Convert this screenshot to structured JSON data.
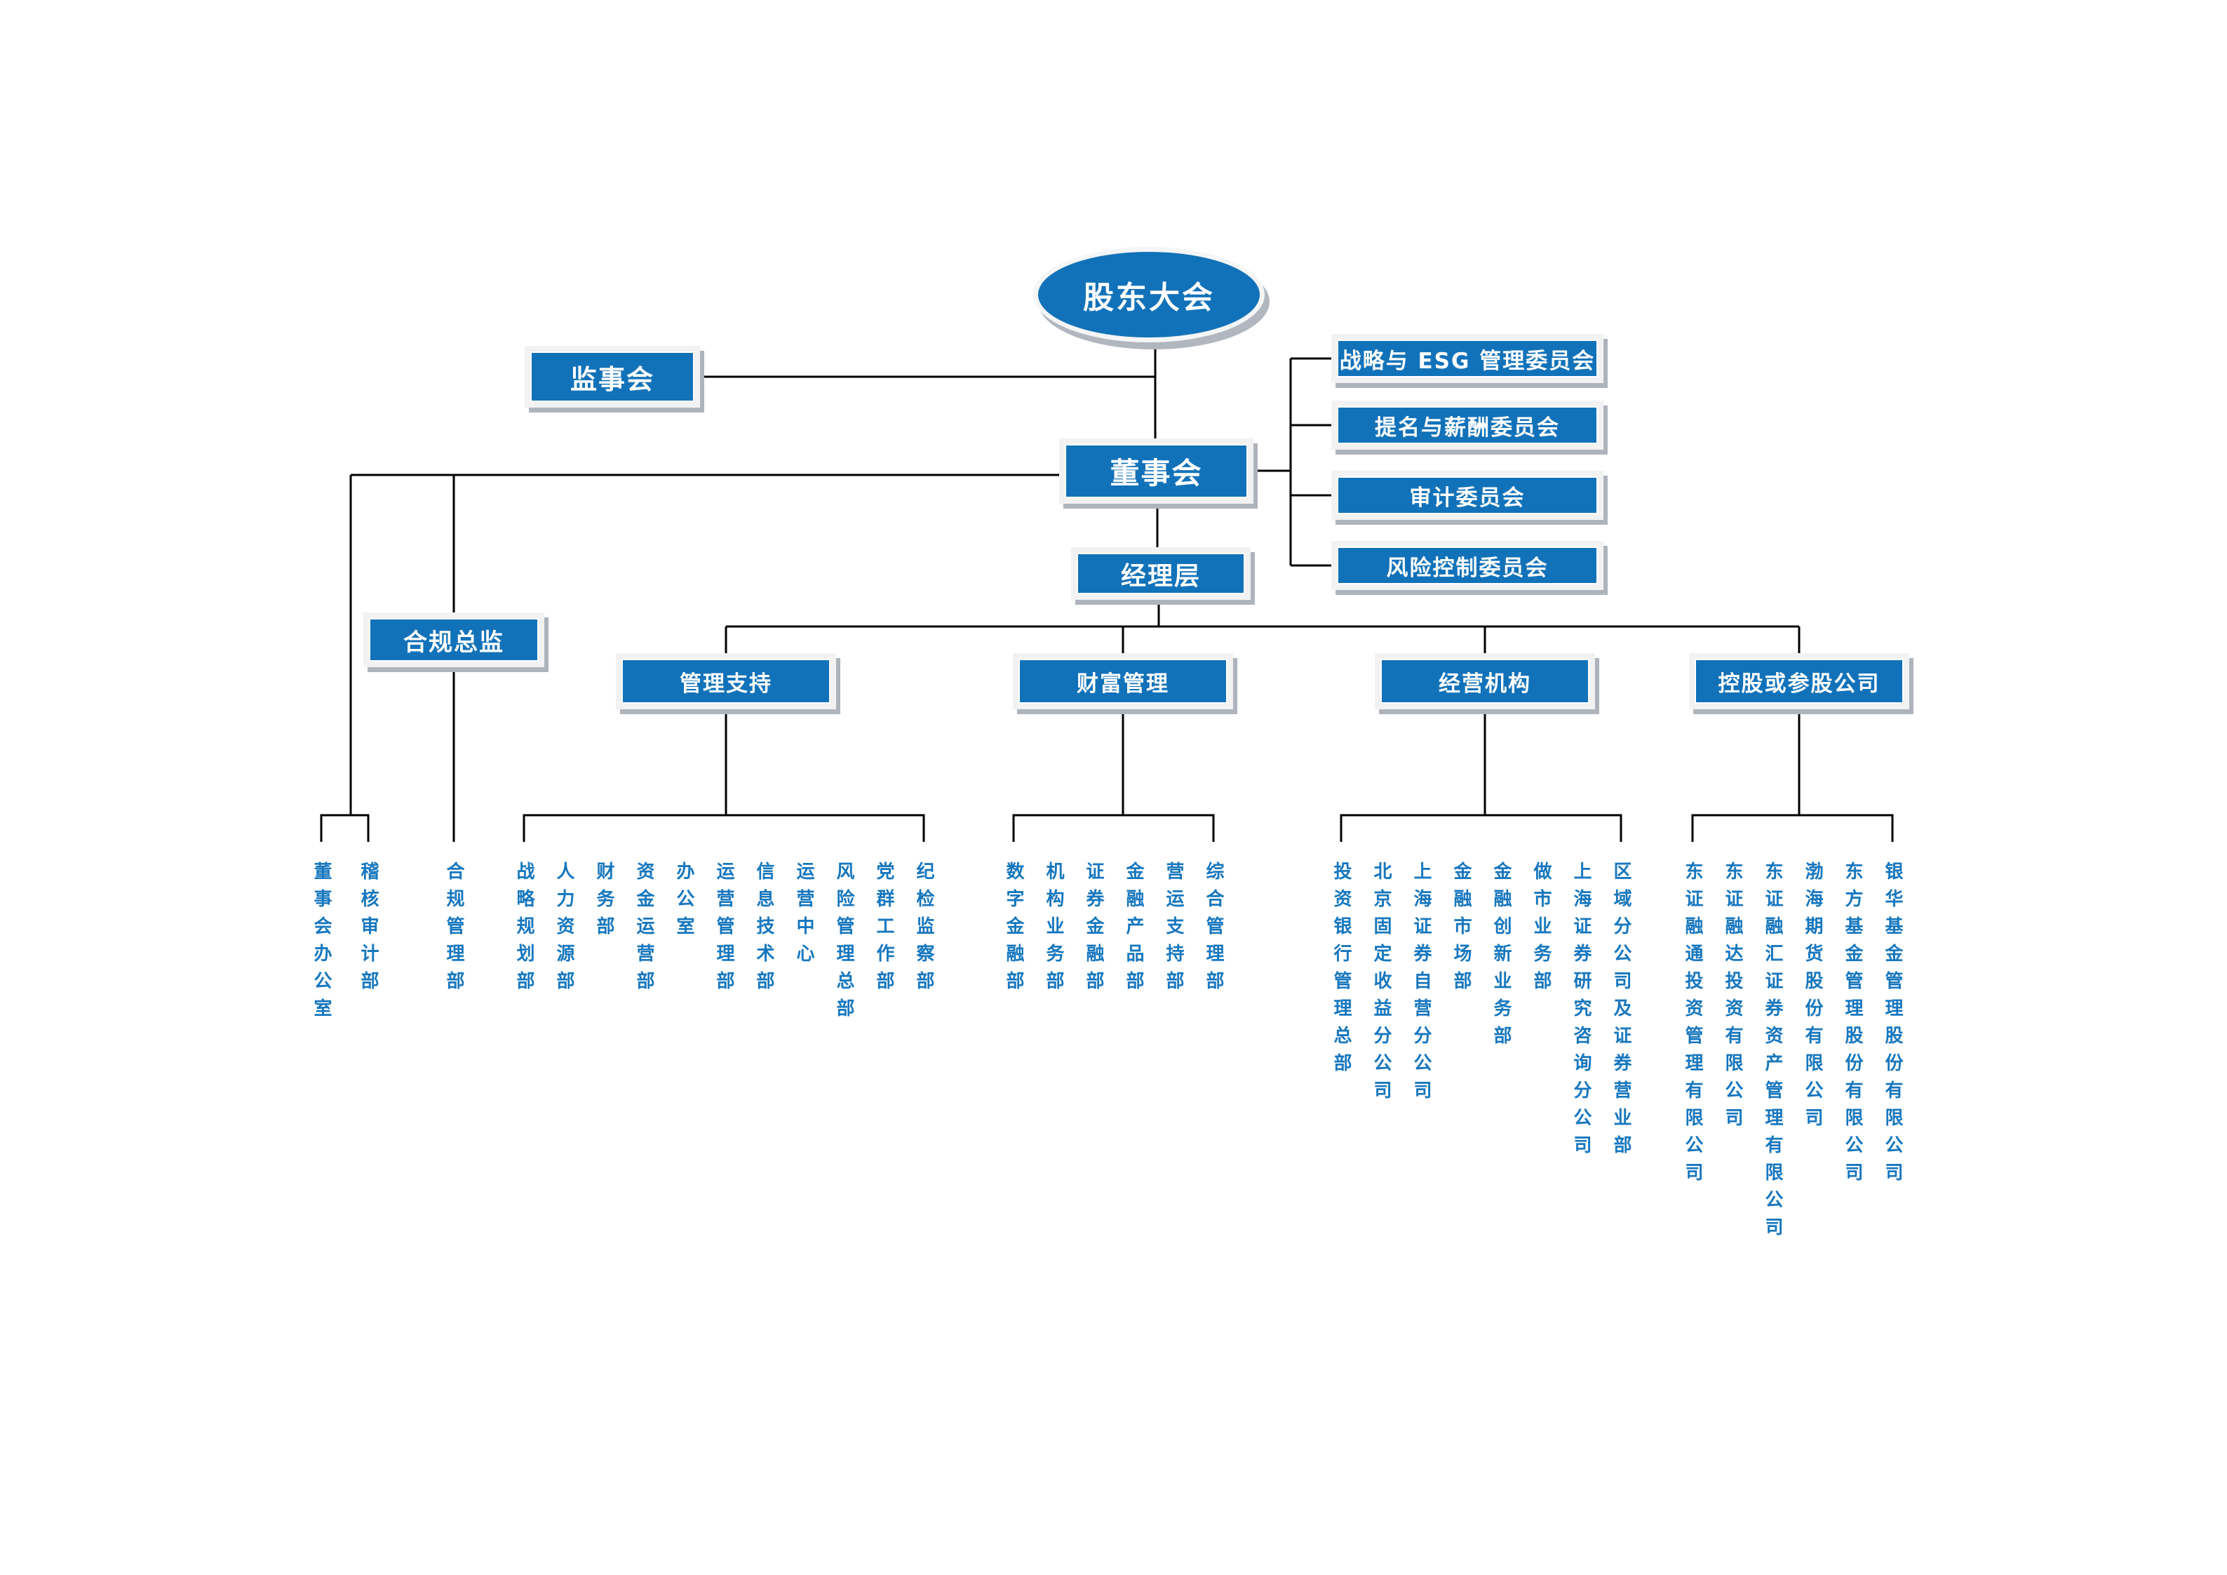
{
  "colors": {
    "node_blue": "#1272B9",
    "dept_text_blue": "#1777BE",
    "connector_black": "#000000",
    "frame_gray": "#F2F2F3",
    "shadow_gray": "#AEB3BC"
  },
  "nodes": {
    "shareholders": "股东大会",
    "supervisory": "监事会",
    "board": "董事会",
    "management": "经理层",
    "compliance_director": "合规总监"
  },
  "committees": [
    "战略与 ESG 管理委员会",
    "提名与薪酬委员会",
    "审计委员会",
    "风险控制委员会"
  ],
  "board_departments": [
    "董事会办公室",
    "稽核审计部"
  ],
  "compliance_departments": [
    "合规管理部"
  ],
  "groups": [
    {
      "label": "管理支持",
      "items": [
        "战略规划部",
        "人力资源部",
        "财务部",
        "资金运营部",
        "办公室",
        "运营管理部",
        "信息技术部",
        "运营中心",
        "风险管理总部",
        "党群工作部",
        "纪检监察部"
      ]
    },
    {
      "label": "财富管理",
      "items": [
        "数字金融部",
        "机构业务部",
        "证券金融部",
        "金融产品部",
        "营运支持部",
        "综合管理部"
      ]
    },
    {
      "label": "经营机构",
      "items": [
        "投资银行管理总部",
        "北京固定收益分公司",
        "上海证券自营分公司",
        "金融市场部",
        "金融创新业务部",
        "做市业务部",
        "上海证券研究咨询分公司",
        "区域分公司及证券营业部"
      ]
    },
    {
      "label": "控股或参股公司",
      "items": [
        "东证融通投资管理有限公司",
        "东证融达投资有限公司",
        "东证融汇证券资产管理有限公司",
        "渤海期货股份有限公司",
        "东方基金管理股份有限公司",
        "银华基金管理股份有限公司"
      ]
    }
  ]
}
